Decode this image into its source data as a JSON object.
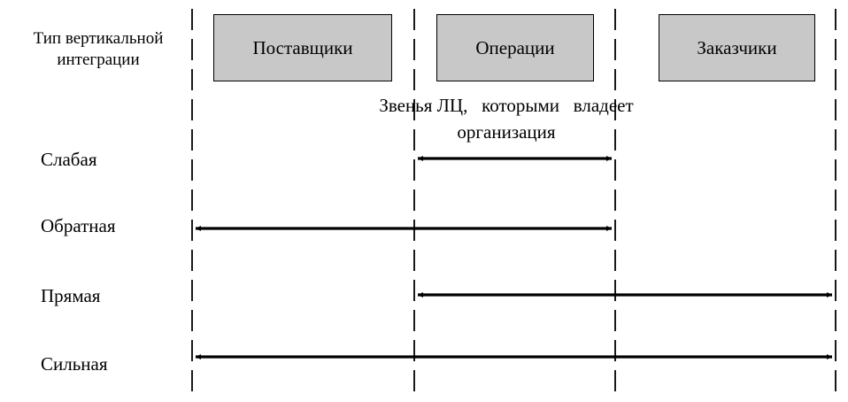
{
  "header": {
    "type_label_line1": "Тип вертикальной",
    "type_label_line2": "интеграции"
  },
  "stages": {
    "suppliers": "Поставщики",
    "operations": "Операции",
    "customers": "Заказчики"
  },
  "note": {
    "line1": "Звенья ЛЦ,   которыми   владеет",
    "line2": "организация"
  },
  "rows": [
    {
      "label": "Слабая",
      "from": "operations",
      "to": "operations"
    },
    {
      "label": "Обратная",
      "from": "suppliers",
      "to": "operations"
    },
    {
      "label": "Прямая",
      "from": "operations",
      "to": "customers"
    },
    {
      "label": "Сильная",
      "from": "suppliers",
      "to": "customers"
    }
  ]
}
